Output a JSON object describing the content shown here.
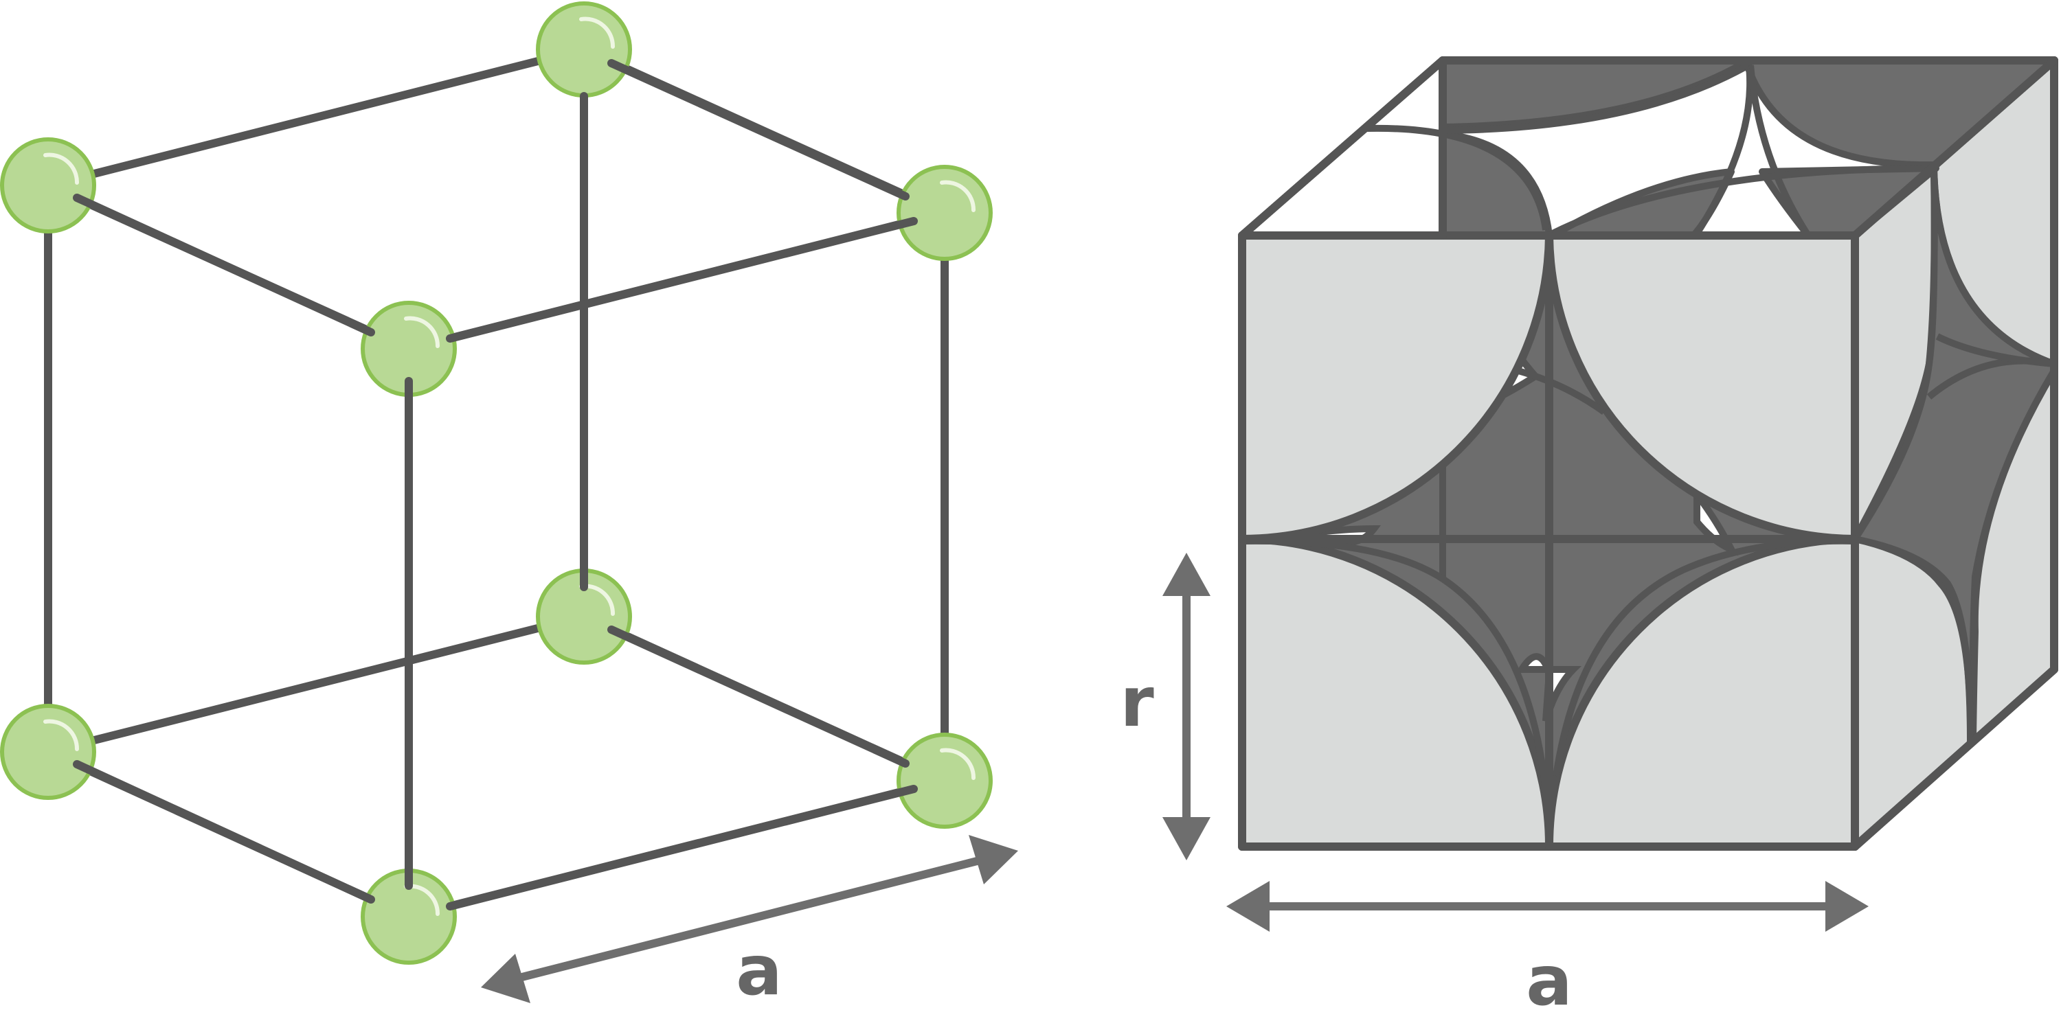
{
  "left_figure": {
    "dimension_label": "a"
  },
  "right_figure": {
    "radius_label": "r",
    "dimension_label": "a"
  },
  "colors": {
    "atom_fill": "#b8d995",
    "atom_stroke": "#8cc152",
    "edge": "#555555",
    "sphere_front": "#d9dbda",
    "sphere_back": "#6d6d6d",
    "arrow": "#6e6e6e"
  }
}
